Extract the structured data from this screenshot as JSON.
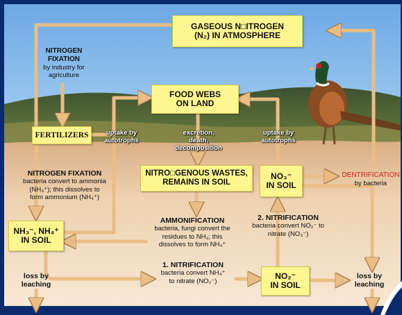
{
  "boxes": {
    "gaseous": "GASEOUS N□ITROGEN",
    "gaseous2": "(N₂) IN ATMOSPHERE",
    "foodwebs": "FOOD WEBS",
    "foodwebs2": "ON LAND",
    "fertilizers": "FERTILIZERS",
    "wastes": "NITRO□GENOUS WASTES,",
    "wastes2": "REMAINS IN SOIL",
    "no3": "NO₃⁻",
    "no3_soil": "IN SOIL",
    "nh": "NH₃⁻, NH₄⁺",
    "nh_soil": "IN SOIL",
    "no2": "NO₂⁻",
    "no2_soil": "IN SOIL"
  },
  "labels": {
    "nfix_industry_title": "NITROGEN",
    "nfix_industry_title2": "FIXATION",
    "nfix_industry_desc": "by industry for",
    "nfix_industry_desc2": "agriculture",
    "uptake_left": "uptake by",
    "uptake_left2": "autotrophs",
    "excretion": "excretion,",
    "death": "death,",
    "decomposition": "decomposition",
    "uptake_right": "uptake by",
    "uptake_right2": "autotrophs",
    "nfix_title": "NITROGEN FIXATION",
    "nfix_desc1": "bacteria convert to ammonia",
    "nfix_desc2": "(NH₃⁺); this dissolves to",
    "nfix_desc3": "form ammonium (NH₄⁺)",
    "denitrification": "DENTRIFICATION",
    "denitrification_by": "by bacteria",
    "ammon_title": "AMMONIFICATION",
    "ammon_desc1": "bacteria, fungi convert the",
    "ammon_desc2": "residues to NH₃; this",
    "ammon_desc3": "dissolves to form NH₄⁺",
    "nitr2_title": "2. NITRIFICATION",
    "nitr2_desc1": "bacteria convert NO₂⁻ to",
    "nitr2_desc2": "nitrate (NO₃⁻)",
    "nitr1_title": "1. NITRIFICATION",
    "nitr1_desc1": "bacteria convert NH₄⁺",
    "nitr1_desc2": "to nitrate (NO₂⁻)",
    "leach_left": "loss by",
    "leach_left2": "leaching",
    "leach_right": "loss by",
    "leach_right2": "leaching"
  },
  "colors": {
    "box_fill": "#fff690",
    "arrow": "#e9bd84",
    "sky": "#a9cff0",
    "soil": "#f0d6b4",
    "denitrification": "#c8261c"
  }
}
